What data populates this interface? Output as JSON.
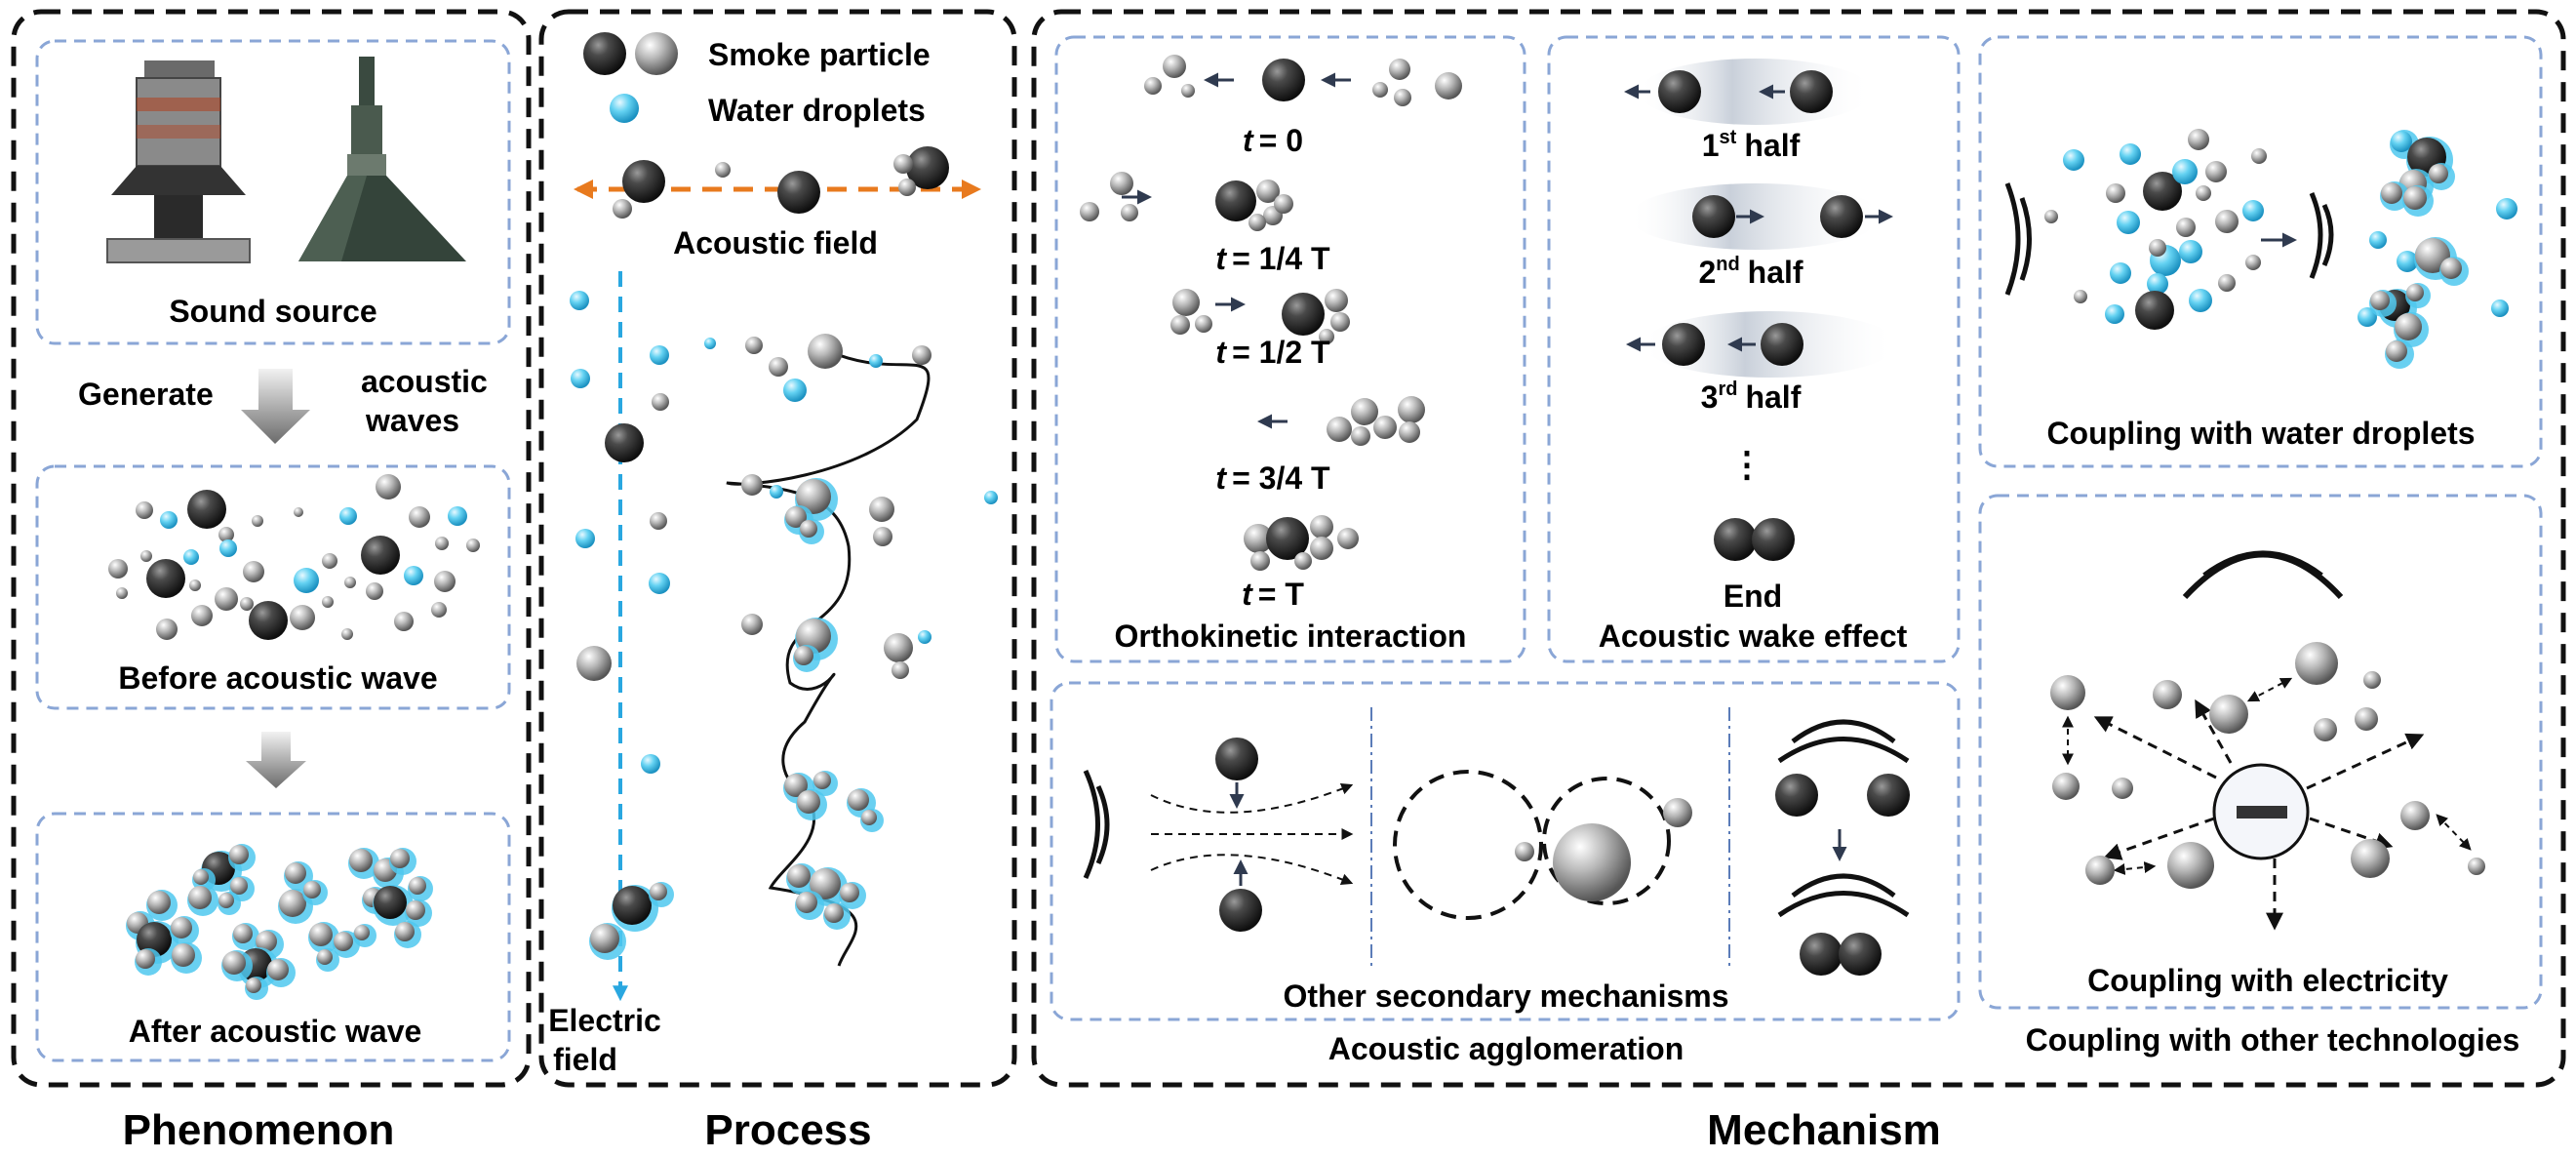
{
  "legend": {
    "smoke_particle": "Smoke particle",
    "water_droplets": "Water droplets"
  },
  "phenomenon": {
    "title": "Phenomenon",
    "sound_source": "Sound source",
    "generate": "Generate",
    "acoustic": "acoustic",
    "waves": "waves",
    "before": "Before acoustic wave",
    "after": "After acoustic wave"
  },
  "process": {
    "title": "Process",
    "acoustic_field": "Acoustic field",
    "electric": "Electric",
    "field": "field"
  },
  "mechanism": {
    "title": "Mechanism",
    "ortho": {
      "t0": "= 0",
      "t1": "= 1/4 T",
      "t2": "= 1/2 T",
      "t3": "= 3/4 T",
      "t4": "= T",
      "t_symbol": "t",
      "label": "Orthokinetic interaction"
    },
    "wake": {
      "half1_num": "1",
      "half1_sup": "st",
      "half2_num": "2",
      "half2_sup": "nd",
      "half3_num": "3",
      "half3_sup": "rd",
      "half_word": "half",
      "dots": "⋮",
      "end": "End",
      "label": "Acoustic wake effect"
    },
    "secondary_label": "Other secondary mechanisms",
    "agglomeration_label": "Acoustic agglomeration",
    "water_label": "Coupling with water droplets",
    "electricity_label": "Coupling with electricity",
    "other_tech_label": "Coupling with other technologies"
  },
  "colors": {
    "dashed_black": "#111111",
    "dashed_blue": "#8aa6d6",
    "droplet_cyan": "#4fc8ee",
    "arrow_orange": "#e87a1e",
    "arrow_blue": "#29a7e0",
    "arrow_dark": "#2f3a4f"
  }
}
